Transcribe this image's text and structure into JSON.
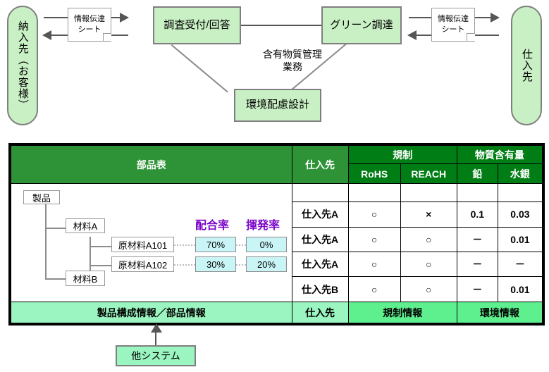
{
  "flow": {
    "customer_pill": "納入先（お客様）",
    "supplier_pill": "仕入先",
    "left_note": "情報伝達\nシート",
    "right_note": "情報伝達\nシート",
    "box_survey": "調査受付/回答",
    "box_green_procurement": "グリーン調達",
    "box_eco_design": "環境配慮設計",
    "center_caption": "含有物質管理\n業務"
  },
  "table": {
    "headers": {
      "parts_list": "部品表",
      "supplier": "仕入先",
      "regulation_group": "規制",
      "substance_group": "物質含有量",
      "rohs": "RoHS",
      "reach": "REACH",
      "lead": "鉛",
      "mercury": "水銀"
    },
    "rows": [
      {
        "supplier": "",
        "rohs": "",
        "reach": "",
        "lead": "",
        "mercury": ""
      },
      {
        "supplier": "仕入先A",
        "rohs": "○",
        "reach": "×",
        "lead": "0.1",
        "mercury": "0.03"
      },
      {
        "supplier": "仕入先A",
        "rohs": "○",
        "reach": "○",
        "lead": "－",
        "mercury": "0.01"
      },
      {
        "supplier": "仕入先A",
        "rohs": "○",
        "reach": "○",
        "lead": "－",
        "mercury": "－"
      },
      {
        "supplier": "仕入先B",
        "rohs": "○",
        "reach": "○",
        "lead": "－",
        "mercury": "0.01"
      }
    ],
    "footer": {
      "parts_list": "製品構成情報／部品情報",
      "supplier": "仕入先",
      "regulation": "規制情報",
      "environment": "環境情報"
    }
  },
  "tree": {
    "product": "製品",
    "material_a": "材料A",
    "raw_a101": "原材料A101",
    "raw_a102": "原材料A102",
    "material_b": "材料B",
    "blend_header": "配合率",
    "volatile_header": "揮発率",
    "a101_blend": "70%",
    "a101_volatile": "0%",
    "a102_blend": "30%",
    "a102_volatile": "20%"
  },
  "bottom": {
    "other_system": "他システム"
  },
  "colors": {
    "header_dark_green": "#007d15",
    "header_mid_green": "#2e9336",
    "footer_light_green": "#9bf5c0",
    "footer_mid_green": "#5ef08f",
    "box_green": "#c9f0c4",
    "pct_cyan": "#c9f5f7",
    "pct_label_purple": "#7b06c9"
  }
}
